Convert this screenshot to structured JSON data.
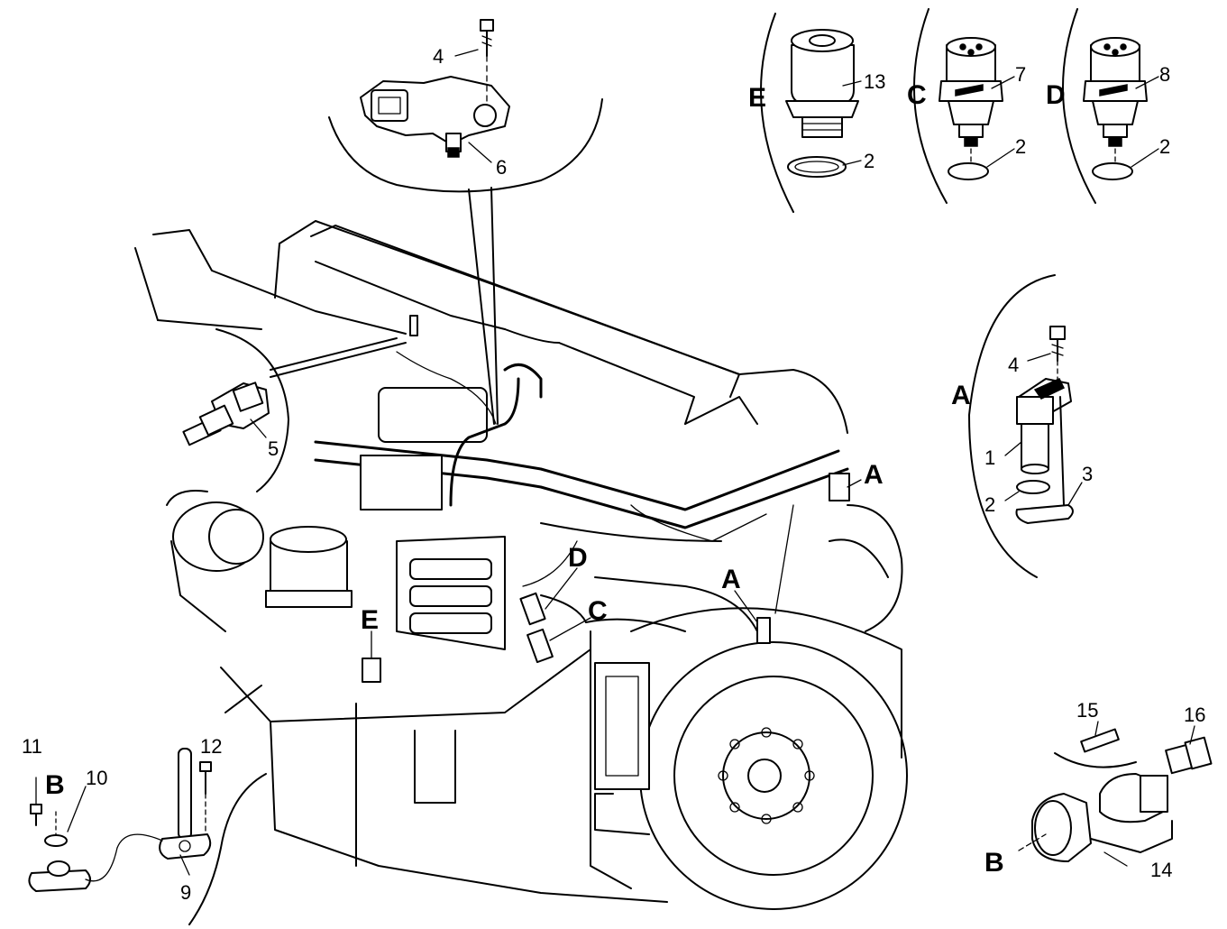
{
  "diagram": {
    "callouts": {
      "n1": "1",
      "n2_a": "2",
      "n2_e": "2",
      "n2_c": "2",
      "n2_d": "2",
      "n3": "3",
      "n4_top": "4",
      "n4_a": "4",
      "n5": "5",
      "n6": "6",
      "n7": "7",
      "n8": "8",
      "n9": "9",
      "n10": "10",
      "n11": "11",
      "n12": "12",
      "n13": "13",
      "n14": "14",
      "n15": "15",
      "n16": "16"
    },
    "view_letters": {
      "E_detail": "E",
      "C_detail": "C",
      "D_detail": "D",
      "A_detail": "A",
      "B_detail_left": "B",
      "B_detail_right": "B",
      "A_engine_1": "A",
      "A_engine_2": "A",
      "D_engine": "D",
      "C_engine": "C",
      "E_engine": "E"
    }
  }
}
